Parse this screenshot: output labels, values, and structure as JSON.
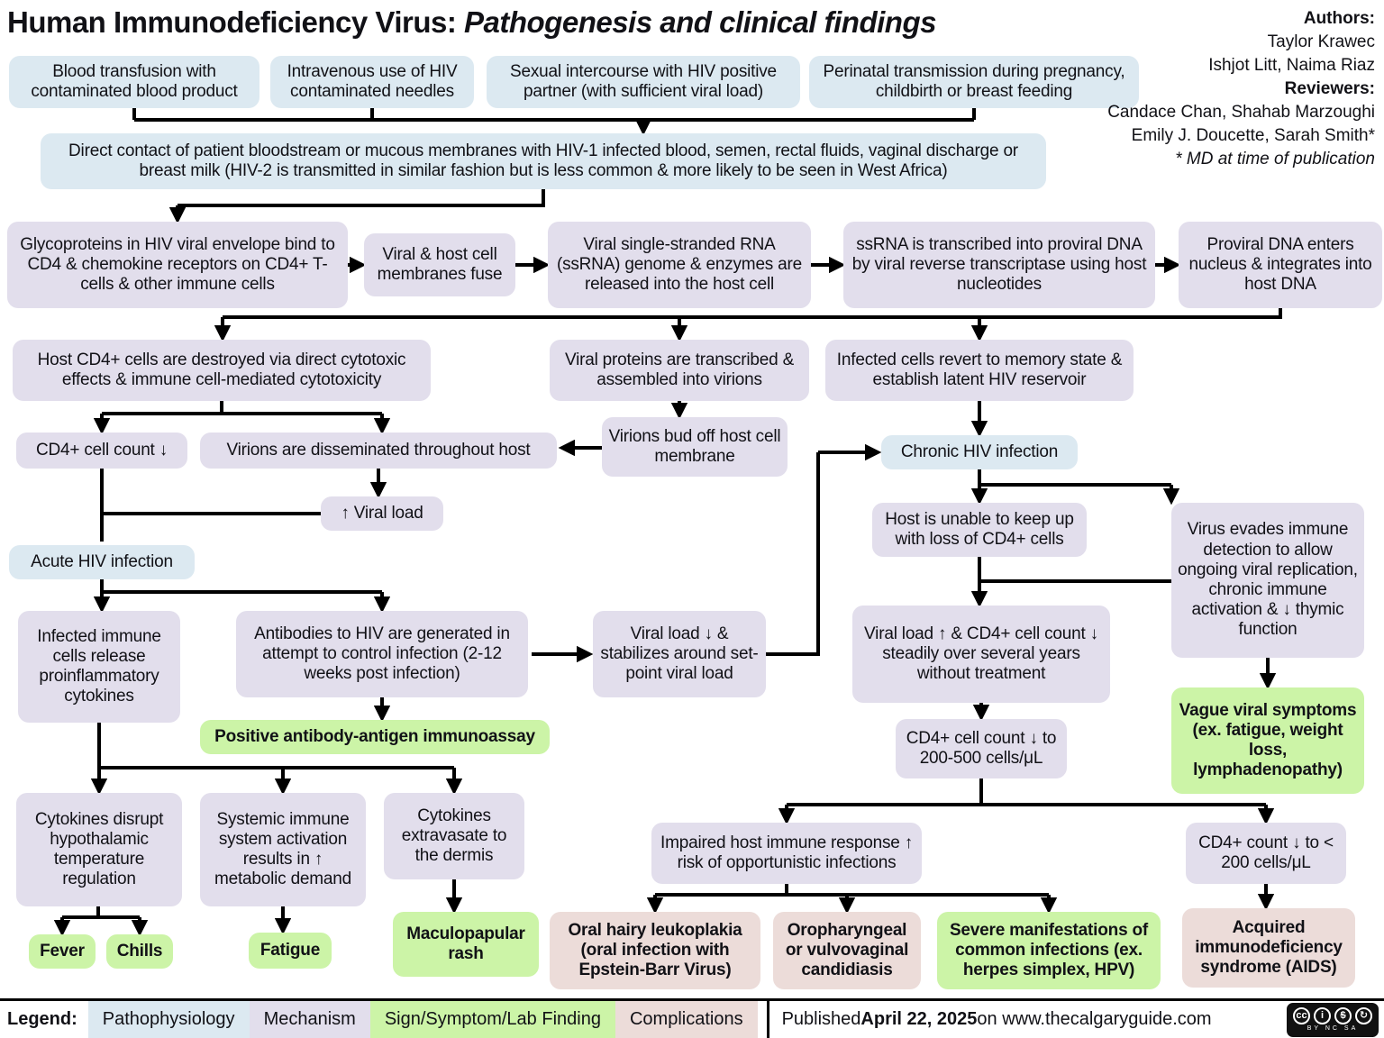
{
  "title": {
    "prefix": "Human Immunodeficiency Virus: ",
    "emphasis": "Pathogenesis and clinical findings"
  },
  "credits": {
    "authors_label": "Authors:",
    "authors": [
      "Taylor Krawec",
      "Ishjot Litt, Naima Riaz"
    ],
    "reviewers_label": "Reviewers:",
    "reviewers": [
      "Candace Chan, Shahab Marzoughi",
      "Emily J. Doucette, Sarah Smith*"
    ],
    "footnote": "* MD at time of publication"
  },
  "nodes": {
    "transfusion": "Blood transfusion with contaminated blood product",
    "needles": "Intravenous use of HIV contaminated needles",
    "sexual": "Sexual intercourse with HIV positive partner (with sufficient viral load)",
    "perinatal": "Perinatal transmission during pregnancy, childbirth or breast feeding",
    "contact": "Direct contact of patient bloodstream or mucous membranes with HIV-1 infected blood, semen, rectal fluids, vaginal discharge or breast milk (HIV-2 is transmitted in similar fashion but is less common & more likely to be seen in West Africa)",
    "glyco": "Glycoproteins in HIV viral envelope bind to CD4 & chemokine receptors on CD4+ T-cells & other immune cells",
    "fuse": "Viral & host cell membranes fuse",
    "ssrna_release": "Viral single-stranded RNA (ssRNA) genome & enzymes are released into the host cell",
    "reverse": "ssRNA is transcribed into proviral DNA by viral reverse transcriptase using host nucleotides",
    "integration": "Proviral DNA enters nucleus & integrates into host DNA",
    "cd4_destroyed": "Host CD4+ cells are destroyed via direct cytotoxic effects & immune cell-mediated cytotoxicity",
    "virion_assembly": "Viral proteins are transcribed & assembled into virions",
    "latent": "Infected cells revert to memory state & establish latent HIV reservoir",
    "cd4_down": "CD4+ cell count ↓",
    "disseminated": "Virions are disseminated throughout host",
    "bud_off": "Virions bud off host cell membrane",
    "chronic": "Chronic HIV infection",
    "viral_load_up": "↑ Viral load",
    "acute": "Acute HIV infection",
    "cytokine_release": "Infected immune cells release proinflammatory cytokines",
    "antibodies": "Antibodies to HIV are generated in attempt to control infection (2-12 weeks post infection)",
    "setpoint": "Viral load ↓ & stabilizes around set-point viral load",
    "immunoassay": "Positive antibody-antigen immunoassay",
    "host_unable": "Host is unable to keep up with loss of CD4+ cells",
    "evades": "Virus evades immune detection to allow ongoing viral replication, chronic immune activation & ↓ thymic function",
    "steady_decline": "Viral load ↑ & CD4+ cell count ↓ steadily over several years without treatment",
    "vague_symptoms": "Vague viral symptoms (ex. fatigue, weight loss, lymphadenopathy)",
    "cd4_200_500": "CD4+ cell count ↓ to 200-500 cells/μL",
    "impaired": "Impaired host immune response ↑ risk of opportunistic infections",
    "cd4_under_200": "CD4+ count ↓ to < 200 cells/μL",
    "hypothalamic": "Cytokines disrupt hypothalamic temperature regulation",
    "systemic": "Systemic immune system activation results in ↑ metabolic demand",
    "extravasate": "Cytokines extravasate to the dermis",
    "fever": "Fever",
    "chills": "Chills",
    "fatigue": "Fatigue",
    "macular": "Maculopapular rash",
    "leukoplakia": "Oral hairy leukoplakia (oral infection with Epstein-Barr Virus)",
    "candidiasis": "Oropharyngeal or vulvovaginal candidiasis",
    "severe": "Severe manifestations of common infections (ex. herpes simplex, HPV)",
    "aids": "Acquired immunodeficiency syndrome (AIDS)"
  },
  "legend": {
    "label": "Legend:",
    "items": [
      {
        "label": "Pathophysiology",
        "color": "#dce9f1"
      },
      {
        "label": "Mechanism",
        "color": "#e2deec"
      },
      {
        "label": "Sign/Symptom/Lab Finding",
        "color": "#ccf4a7"
      },
      {
        "label": "Complications",
        "color": "#ecdcd9"
      }
    ]
  },
  "footer": {
    "published_prefix": "Published ",
    "published_date": "April 22, 2025",
    "published_suffix": " on www.thecalgaryguide.com",
    "license": {
      "icons": [
        {
          "name": "cc-logo-icon",
          "glyph": "cc"
        },
        {
          "name": "attribution-icon",
          "glyph": "i"
        },
        {
          "name": "noncommercial-icon",
          "glyph": "$"
        },
        {
          "name": "sharealike-icon",
          "glyph": "↻"
        }
      ],
      "caption": "BY NC SA"
    }
  },
  "colors": {
    "line": "#000000",
    "pathophysiology": "#dce9f1",
    "mechanism": "#e2deec",
    "sign_symptom": "#ccf4a7",
    "complication": "#ecdcd9"
  }
}
